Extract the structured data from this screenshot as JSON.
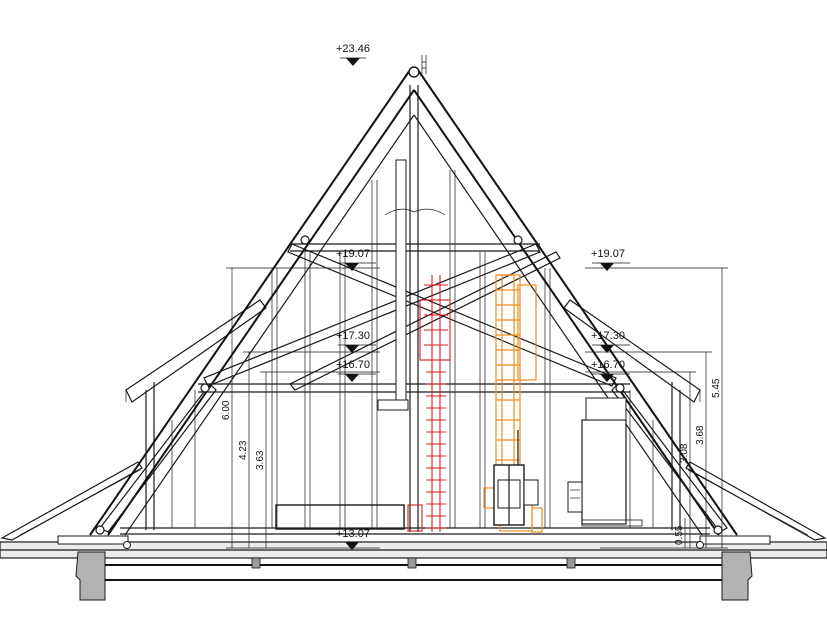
{
  "levels": {
    "top": "+23.46",
    "left_1907": "+19.07",
    "right_1907": "+19.07",
    "left_1730": "+17.30",
    "right_1730": "+17.30",
    "left_1670": "+16.70",
    "right_1670": "+16.70",
    "floor": "+13.07"
  },
  "dimensions": {
    "d600": "6.00",
    "d423": "4.23",
    "d363": "3.63",
    "d308": "3.08",
    "d368": "3.68",
    "d545": "5.45",
    "d055": "0.55"
  },
  "colors": {
    "line": "#1a1a1a",
    "red_equipment": "#d62020",
    "orange_equipment": "#f08c1e",
    "wall_fill": "#b3b3b3",
    "floor_fill": "#ececec"
  }
}
